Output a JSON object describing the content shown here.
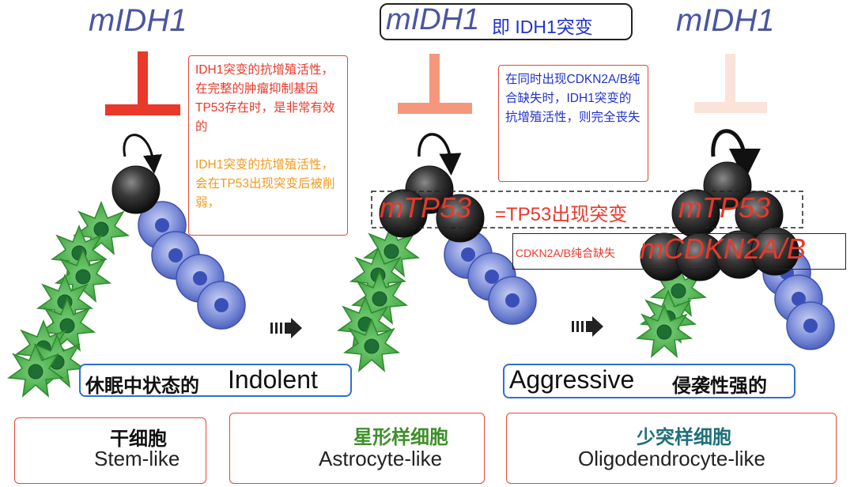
{
  "stage1": {
    "gene_label": "mIDH1",
    "note_red": "IDH1突变的抗增殖活性，在完整的肿瘤抑制基因TP53存在时，是非常有效的",
    "note_orange": "IDH1突变的抗增殖活性，会在TP53出现突变后被削弱，",
    "state_zh": "休眠中状态的",
    "state_en": "Indolent"
  },
  "stage2": {
    "gene_label": "mIDH1",
    "gene_suffix": "即 IDH1突变",
    "note_blue": "在同时出现CDKN2A/B纯合缺失时，IDH1突变的抗增殖活性，则完全丧失",
    "tp53_label": "mTP53",
    "tp53_desc": "=TP53出现突变",
    "cdkn_desc": "CDKN2A/B纯合缺失"
  },
  "stage3": {
    "gene_label": "mIDH1",
    "tp53_label": "mTP53",
    "cdkn_label": "mCDKN2A/B",
    "state_en": "Aggressive",
    "state_zh": "侵袭性强的"
  },
  "legend": [
    {
      "zh": "干细胞",
      "en": "Stem-like"
    },
    {
      "zh": "星形样细胞",
      "en": "Astrocyte-like"
    },
    {
      "zh": "少突样细胞",
      "en": "Oligodendrocyte-like"
    }
  ],
  "colors": {
    "inhibitor_strong": "#e8392b",
    "inhibitor_medium": "#f4977d",
    "inhibitor_weak": "#fbe3da",
    "gene_text": "#4a55a2",
    "mutation_text": "#e8392b",
    "note_red_text": "#e8392b",
    "note_orange_text": "#f29a1c",
    "note_blue_text": "#2233cc",
    "astro_green": "#4bb04b",
    "oligo_blue": "#5a6ec8",
    "legend_zh_green": "#3e8f2a",
    "legend_zh_teal": "#1f6f7a"
  },
  "icons": [
    "inhibition-bar-icon",
    "curved-arrow-icon",
    "progression-arrow-icon",
    "stem-cell-icon",
    "astrocyte-icon",
    "oligodendrocyte-icon"
  ]
}
